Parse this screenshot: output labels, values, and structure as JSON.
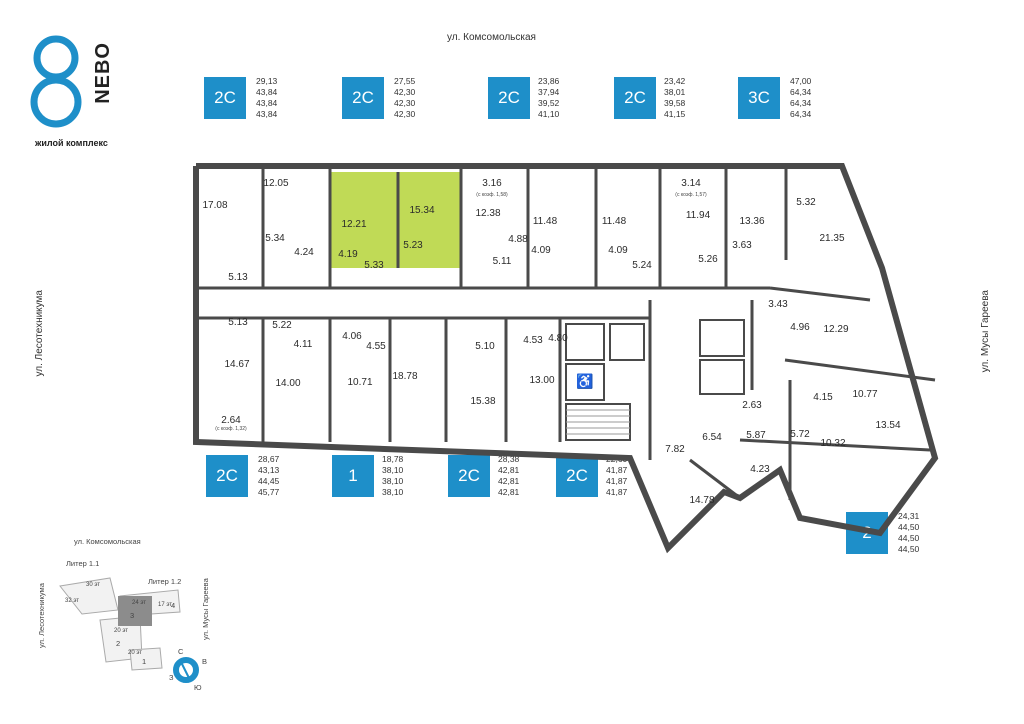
{
  "logo": {
    "word": "NEBO",
    "subtitle": "жилой комплекс"
  },
  "streets": {
    "top": "ул. Комсомольская",
    "left": "ул. Лесотехникума",
    "right": "ул. Мусы Гареева"
  },
  "units_top": [
    {
      "badge": "2С",
      "areas": [
        "29,13",
        "43,84",
        "43,84",
        "43,84"
      ]
    },
    {
      "badge": "2С",
      "areas": [
        "27,55",
        "42,30",
        "42,30",
        "42,30"
      ]
    },
    {
      "badge": "2С",
      "areas": [
        "23,86",
        "37,94",
        "39,52",
        "41,10"
      ]
    },
    {
      "badge": "2С",
      "areas": [
        "23,42",
        "38,01",
        "39,58",
        "41,15"
      ]
    },
    {
      "badge": "3С",
      "areas": [
        "47,00",
        "64,34",
        "64,34",
        "64,34"
      ]
    }
  ],
  "units_bottom": [
    {
      "badge": "2С",
      "areas": [
        "28,67",
        "43,13",
        "44,45",
        "45,77"
      ]
    },
    {
      "badge": "1",
      "areas": [
        "18,78",
        "38,10",
        "38,10",
        "38,10"
      ]
    },
    {
      "badge": "2С",
      "areas": [
        "28,38",
        "42,81",
        "42,81",
        "42,81"
      ]
    },
    {
      "badge": "2С",
      "areas": [
        "22,60",
        "41,87",
        "41,87",
        "41,87"
      ]
    }
  ],
  "unit_right": {
    "badge": "2",
    "areas": [
      "24,31",
      "44,50",
      "44,50",
      "44,50"
    ]
  },
  "rooms": [
    "12.05",
    "17.08",
    "12.21",
    "15.34",
    "3.16",
    "12.38",
    "11.48",
    "11.48",
    "3.14",
    "11.94",
    "13.36",
    "5.32",
    "5.34",
    "4.24",
    "4.19",
    "5.33",
    "5.23",
    "4.88",
    "4.09",
    "4.09",
    "3.63",
    "21.35",
    "5.13",
    "5.11",
    "5.24",
    "5.26",
    "5.13",
    "5.22",
    "3.43",
    "4.96",
    "12.29",
    "4.11",
    "4.06",
    "4.55",
    "5.10",
    "4.53",
    "4.80",
    "14.67",
    "14.00",
    "10.71",
    "18.78",
    "15.38",
    "13.00",
    "10.77",
    "4.15",
    "2.64",
    "2.63",
    "6.54",
    "5.87",
    "5.72",
    "10.32",
    "13.54",
    "7.82",
    "4.23",
    "14.78"
  ],
  "room_notes": [
    "(с коэф. 1,58)",
    "(с коэф. 1,57)",
    "(с коэф. 1,32)"
  ],
  "minimap": {
    "street_top": "ул. Комсомольская",
    "street_left": "ул. Лесотехникума",
    "street_right": "ул. Мусы Гареева",
    "labels": [
      "Литер 1.1",
      "Литер 1.2",
      "30 эт",
      "32 эт",
      "24 эт",
      "17 эт",
      "20 эт",
      "20 эт",
      "1",
      "2",
      "3",
      "4"
    ],
    "compass": [
      "С",
      "В",
      "Ю",
      "З"
    ]
  },
  "colors": {
    "accent": "#1e8fc9",
    "highlight": "#b5d438",
    "wall": "#4a4a4a"
  }
}
